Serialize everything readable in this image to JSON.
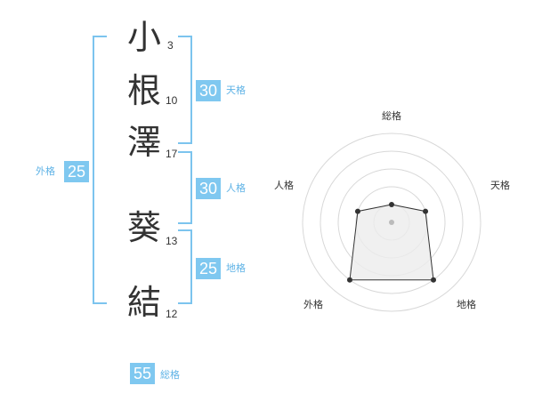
{
  "name": {
    "characters": [
      {
        "char": "小",
        "strokes": "3"
      },
      {
        "char": "根",
        "strokes": "10"
      },
      {
        "char": "澤",
        "strokes": "17"
      },
      {
        "char": "葵",
        "strokes": "13"
      },
      {
        "char": "結",
        "strokes": "12"
      }
    ]
  },
  "fortunes": {
    "tenkaku": {
      "value": "30",
      "label": "天格"
    },
    "jinkaku": {
      "value": "30",
      "label": "人格"
    },
    "chikaku": {
      "value": "25",
      "label": "地格"
    },
    "gaikaku": {
      "value": "25",
      "label": "外格"
    },
    "soukaku": {
      "value": "55",
      "label": "総格"
    }
  },
  "radar": {
    "labels": {
      "soukaku": "総格",
      "tenkaku": "天格",
      "chikaku": "地格",
      "gaikaku": "外格",
      "jinkaku": "人格"
    },
    "ratings": {
      "soukaku": 1,
      "tenkaku": 2,
      "chikaku": 4,
      "gaikaku": 4,
      "jinkaku": 2
    },
    "max_rating": 5
  }
}
